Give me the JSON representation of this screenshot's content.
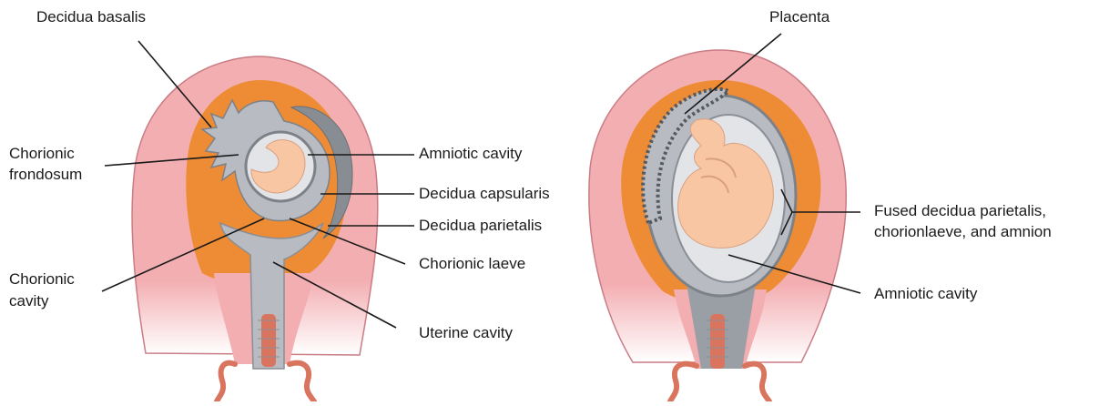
{
  "left_diagram": {
    "labels": {
      "decidua_basalis": "Decidua basalis",
      "chorionic_frondosum_1": "Chorionic",
      "chorionic_frondosum_2": "frondosum",
      "amniotic_cavity": "Amniotic cavity",
      "decidua_capsularis": "Decidua capsularis",
      "decidua_parietalis": "Decidua parietalis",
      "chorionic_cavity_1": "Chorionic",
      "chorionic_cavity_2": "cavity",
      "chorionic_laeve": "Chorionic laeve",
      "uterine_cavity": "Uterine cavity"
    }
  },
  "right_diagram": {
    "labels": {
      "placenta": "Placenta",
      "fused_1": "Fused decidua parietalis,",
      "fused_2": "chorionlaeve, and amnion",
      "amniotic_cavity": "Amniotic cavity"
    }
  },
  "colors": {
    "uterine_wall": "#f3aeb2",
    "uterine_wall_edge": "#c97c84",
    "decidua": "#ee8c35",
    "chorion": "#b8bcc2",
    "chorion_dark": "#7d8188",
    "amnion_fluid": "#e2e4e7",
    "embryo": "#f9c6a4",
    "cervix_red": "#d9755f"
  }
}
